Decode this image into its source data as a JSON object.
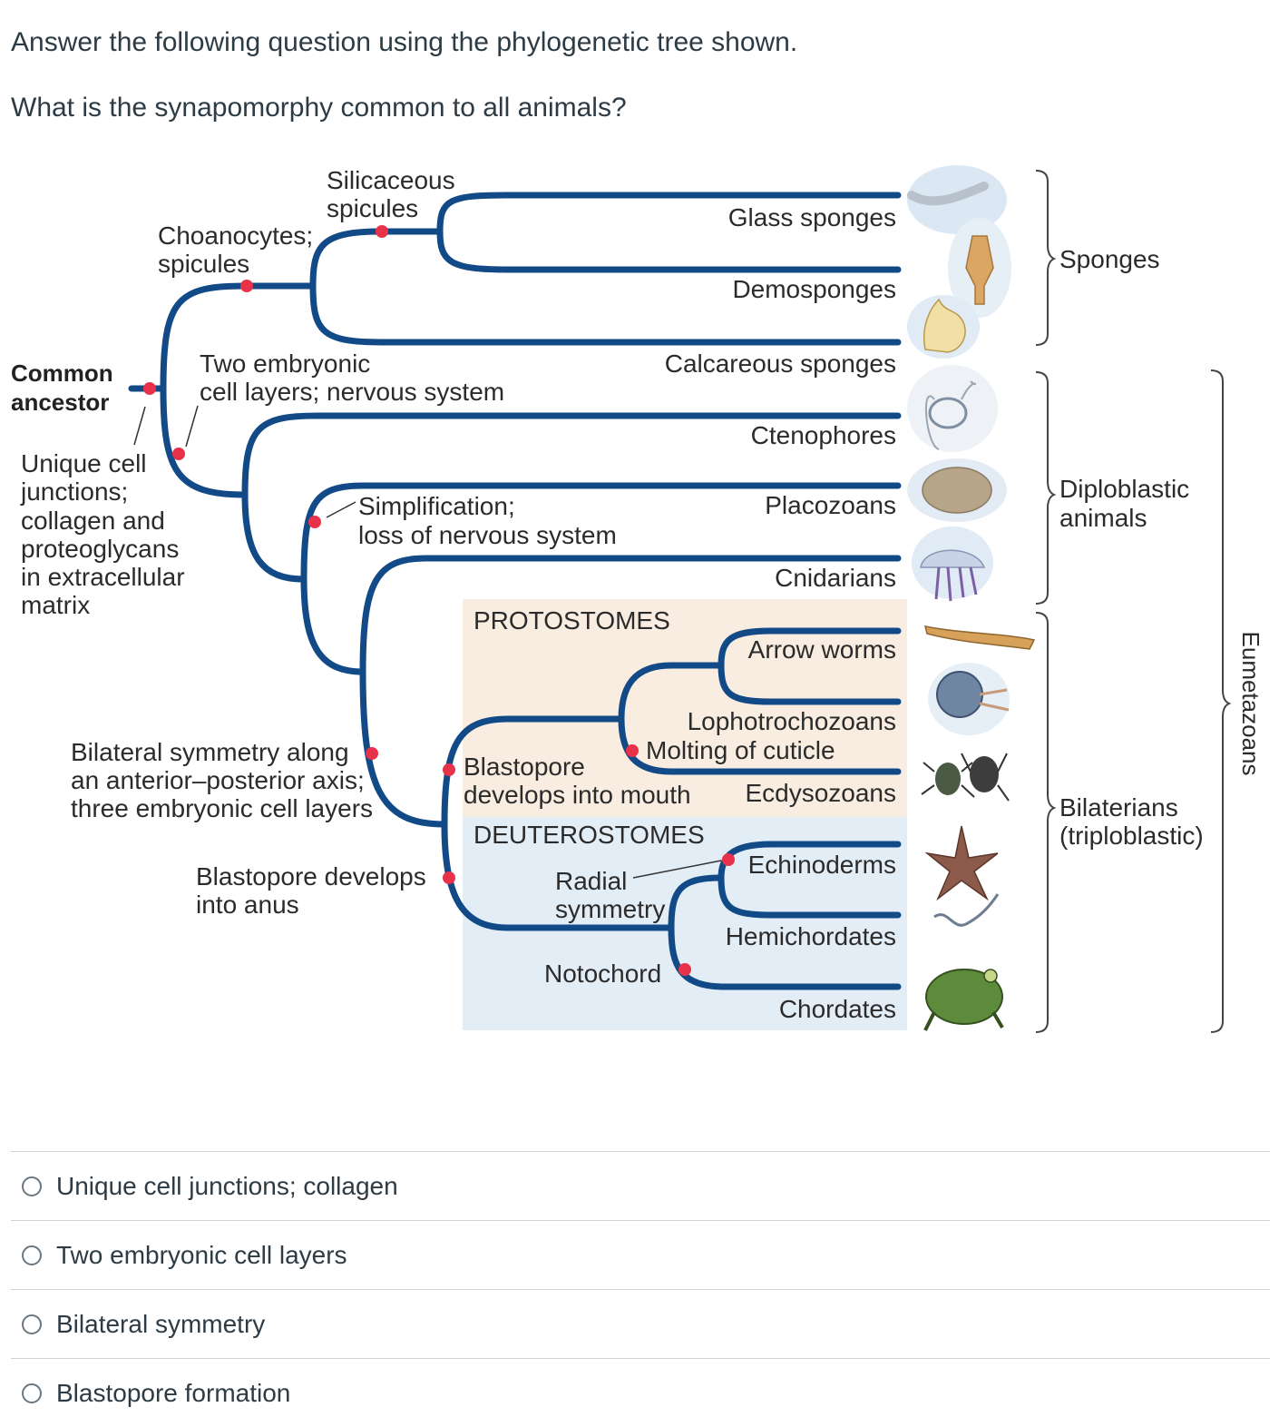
{
  "question": {
    "instruction": "Answer the following question using the phylogenetic tree shown.",
    "prompt": "What is the synapomorphy common to all animals?"
  },
  "diagram": {
    "common_ancestor_line1": "Common",
    "common_ancestor_line2": "ancestor",
    "chars": {
      "silicaceous_1": "Silicaceous",
      "silicaceous_2": "spicules",
      "choano_1": "Choanocytes;",
      "choano_2": "spicules",
      "two_layers_1": "Two embryonic",
      "two_layers_2": "cell layers; nervous system",
      "unique_1": "Unique cell",
      "unique_2": "junctions;",
      "unique_3": "collagen and",
      "unique_4": "proteoglycans",
      "unique_5": "in extracellular",
      "unique_6": "matrix",
      "simpl_1": "Simplification;",
      "simpl_2": "loss of nervous system",
      "bilat_1": "Bilateral symmetry along",
      "bilat_2": "an anterior–posterior axis;",
      "bilat_3": "three embryonic cell layers",
      "anus_1": "Blastopore develops",
      "anus_2": "into anus",
      "mouth_1": "Blastopore",
      "mouth_2": "develops into mouth",
      "molting": "Molting of cuticle",
      "radial_1": "Radial",
      "radial_2": "symmetry",
      "notochord": "Notochord"
    },
    "groups": {
      "protostomes": "PROTOSTOMES",
      "deuterostomes": "DEUTEROSTOMES"
    },
    "taxa": {
      "glass": "Glass sponges",
      "demo": "Demosponges",
      "calc": "Calcareous sponges",
      "cteno": "Ctenophores",
      "placo": "Placozoans",
      "cnid": "Cnidarians",
      "arrow": "Arrow worms",
      "lopho": "Lophotrochozoans",
      "ecdy": "Ecdysozoans",
      "echino": "Echinoderms",
      "hemi": "Hemichordates",
      "chord": "Chordates"
    },
    "brackets": {
      "sponges": "Sponges",
      "diplo_1": "Diploblastic",
      "diplo_2": "animals",
      "bilat_1": "Bilaterians",
      "bilat_2": "(triploblastic)",
      "eumeta": "Eumetazoans"
    },
    "colors": {
      "branch": "#124a87",
      "synapomorphy_dot": "#e8324a",
      "protostome_bg": "#f8ede0",
      "deuterostome_bg": "#e3edf6"
    }
  },
  "answers": [
    "Unique cell junctions; collagen",
    "Two embryonic cell layers",
    "Bilateral symmetry",
    "Blastopore formation"
  ]
}
